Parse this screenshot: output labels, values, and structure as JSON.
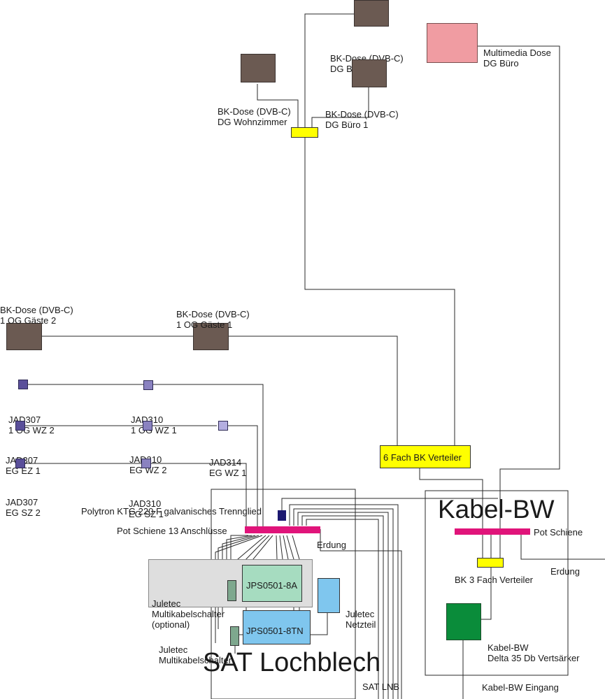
{
  "bk_dosen": {
    "dg_buero2": [
      "BK-Dose (DVB-C)",
      "DG Büro 2"
    ],
    "dg_buero1": [
      "BK-Dose (DVB-C)",
      "DG Büro 1"
    ],
    "dg_wohnzimmer": [
      "BK-Dose (DVB-C)",
      "DG Wohnzimmer"
    ],
    "og_gaeste2": [
      "BK-Dose (DVB-C)",
      "1 OG Gäste 2"
    ],
    "og_gaeste1": [
      "BK-Dose (DVB-C)",
      "1 OG Gäste 1"
    ]
  },
  "multimedia": [
    "Multimedia Dose",
    "DG Büro"
  ],
  "jads": {
    "og_wz2": [
      "JAD307",
      "1 OG WZ 2"
    ],
    "og_wz1": [
      "JAD310",
      "1 OG WZ 1"
    ],
    "eg_ez1": [
      "JAD307",
      "EG EZ 1"
    ],
    "eg_wz2": [
      "JAD310",
      "EG WZ 2"
    ],
    "eg_wz1": [
      "JAD314",
      "EG WZ 1"
    ],
    "eg_sz2": [
      "JAD307",
      "EG SZ 2"
    ],
    "eg_sz1": [
      "JAD310",
      "EG SZ 1"
    ]
  },
  "verteiler6": "6 Fach BK Verteiler",
  "sat": {
    "title": "SAT Lochblech",
    "trennglied": "Polytron KTG 220 F galvanisches Trennglied",
    "pot_schiene": "Pot Schiene 13 Anschlüsse",
    "erdung": "Erdung",
    "jps_8a": "JPS0501-8A",
    "jps_8tn": "JPS0501-8TN",
    "multi_optional": [
      "Juletec",
      "Multikabelschalter",
      "(optional)"
    ],
    "multi": [
      "Juletec",
      "Multikabelschalter"
    ],
    "netzteil": [
      "Juletec",
      "Netzteil"
    ],
    "lnb": "SAT LNB"
  },
  "kabel": {
    "title": "Kabel-BW",
    "pot_schiene": "Pot Schiene",
    "erdung": "Erdung",
    "verteiler3": "BK 3 Fach Verteiler",
    "amp": [
      "Kabel-BW",
      "Delta 35 Db Vertsärker"
    ],
    "eingang": "Kabel-BW Eingang"
  },
  "colors": {
    "bk_dose": "#6b5a52",
    "multimedia": "#f09ca2",
    "yellow": "#ffff00",
    "magenta": "#e0147a",
    "jad307": "#5a4f9a",
    "jad310": "#8a82c0",
    "jad314": "#b4aee0",
    "trennglied": "#1c1870",
    "juletec_green": "#a6dcc0",
    "juletec_blue": "#7fc6ee",
    "switch_green": "#7ea88e",
    "amp_green": "#0a8c3a",
    "grey_panel": "#dedede"
  }
}
